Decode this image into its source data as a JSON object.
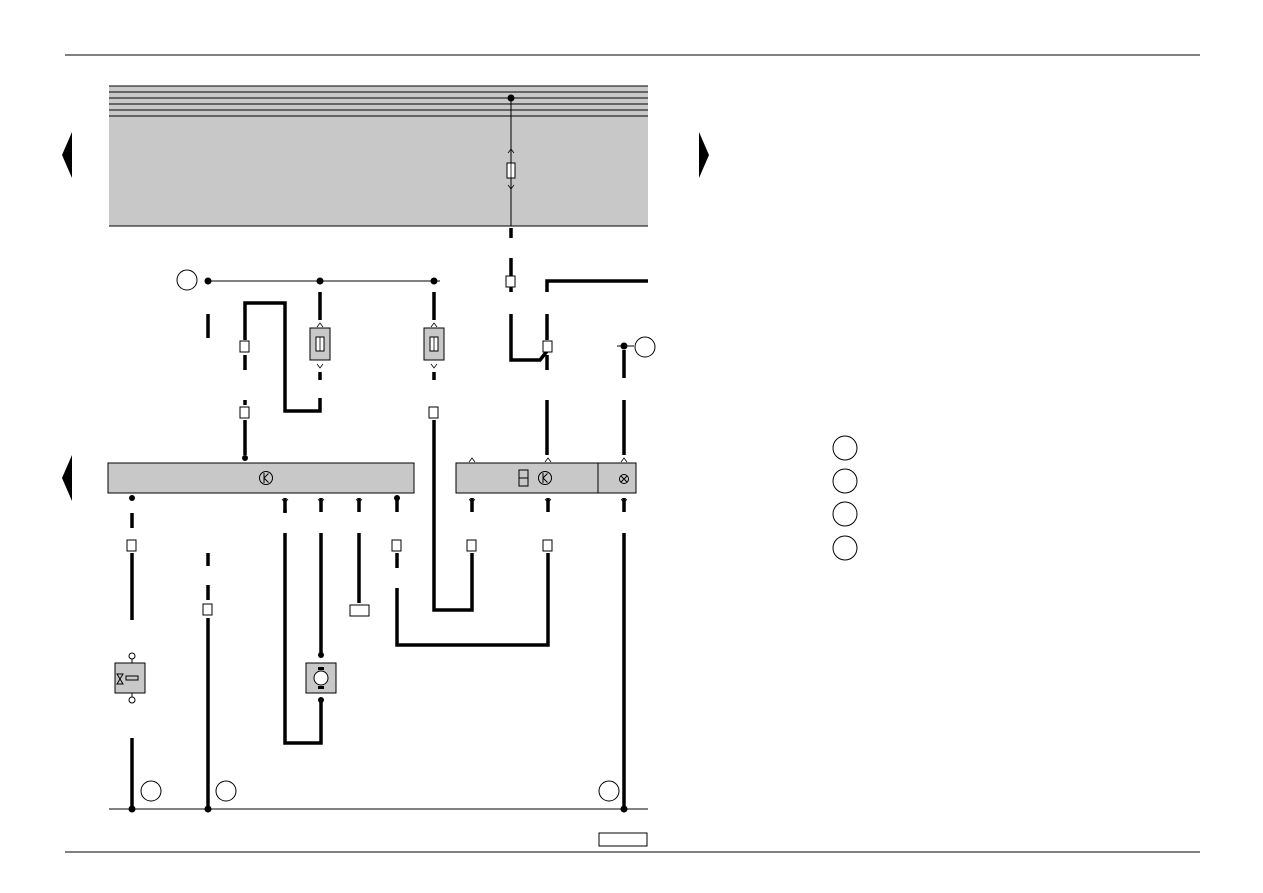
{
  "page": {
    "background": "#ffffff",
    "panel_fill": "#c8c8c8",
    "wire_color": "#000000"
  },
  "diagram": {
    "components": [
      {
        "id": "fuse-top",
        "icon": "fuse-icon"
      },
      {
        "id": "fuse-left",
        "icon": "fuse-icon"
      },
      {
        "id": "fuse-mid",
        "icon": "fuse-icon"
      },
      {
        "id": "control-unit-left",
        "icon": "control-unit-k-icon"
      },
      {
        "id": "instrument-cluster",
        "icon": "control-unit-k-icon"
      },
      {
        "id": "segment-display",
        "icon": "seven-segment-icon"
      },
      {
        "id": "warning-lamp",
        "icon": "lamp-icon"
      },
      {
        "id": "valve",
        "icon": "valve-icon"
      },
      {
        "id": "motor",
        "icon": "motor-icon"
      }
    ],
    "callouts": [
      {
        "id": "callout-1",
        "label": ""
      },
      {
        "id": "callout-2",
        "label": ""
      },
      {
        "id": "callout-3",
        "label": ""
      },
      {
        "id": "callout-4",
        "label": ""
      },
      {
        "id": "callout-5",
        "label": ""
      },
      {
        "id": "callout-6",
        "label": ""
      }
    ],
    "legend": [
      {
        "label": ""
      },
      {
        "label": ""
      },
      {
        "label": ""
      },
      {
        "label": ""
      }
    ],
    "footer_box": ""
  }
}
